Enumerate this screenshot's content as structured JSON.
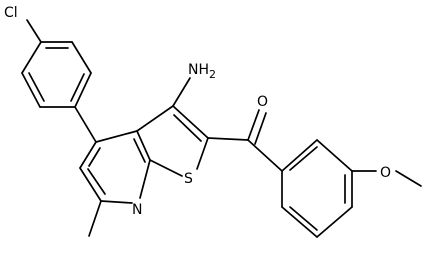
{
  "molecule": {
    "labels": {
      "cl": "Cl",
      "nh2_n": "NH",
      "nh2_sub": "2",
      "o_carbonyl": "O",
      "s_ring": "S",
      "n_ring": "N",
      "o_methoxy": "O"
    }
  },
  "colors": {
    "bond": "#000000",
    "background": "#ffffff"
  }
}
